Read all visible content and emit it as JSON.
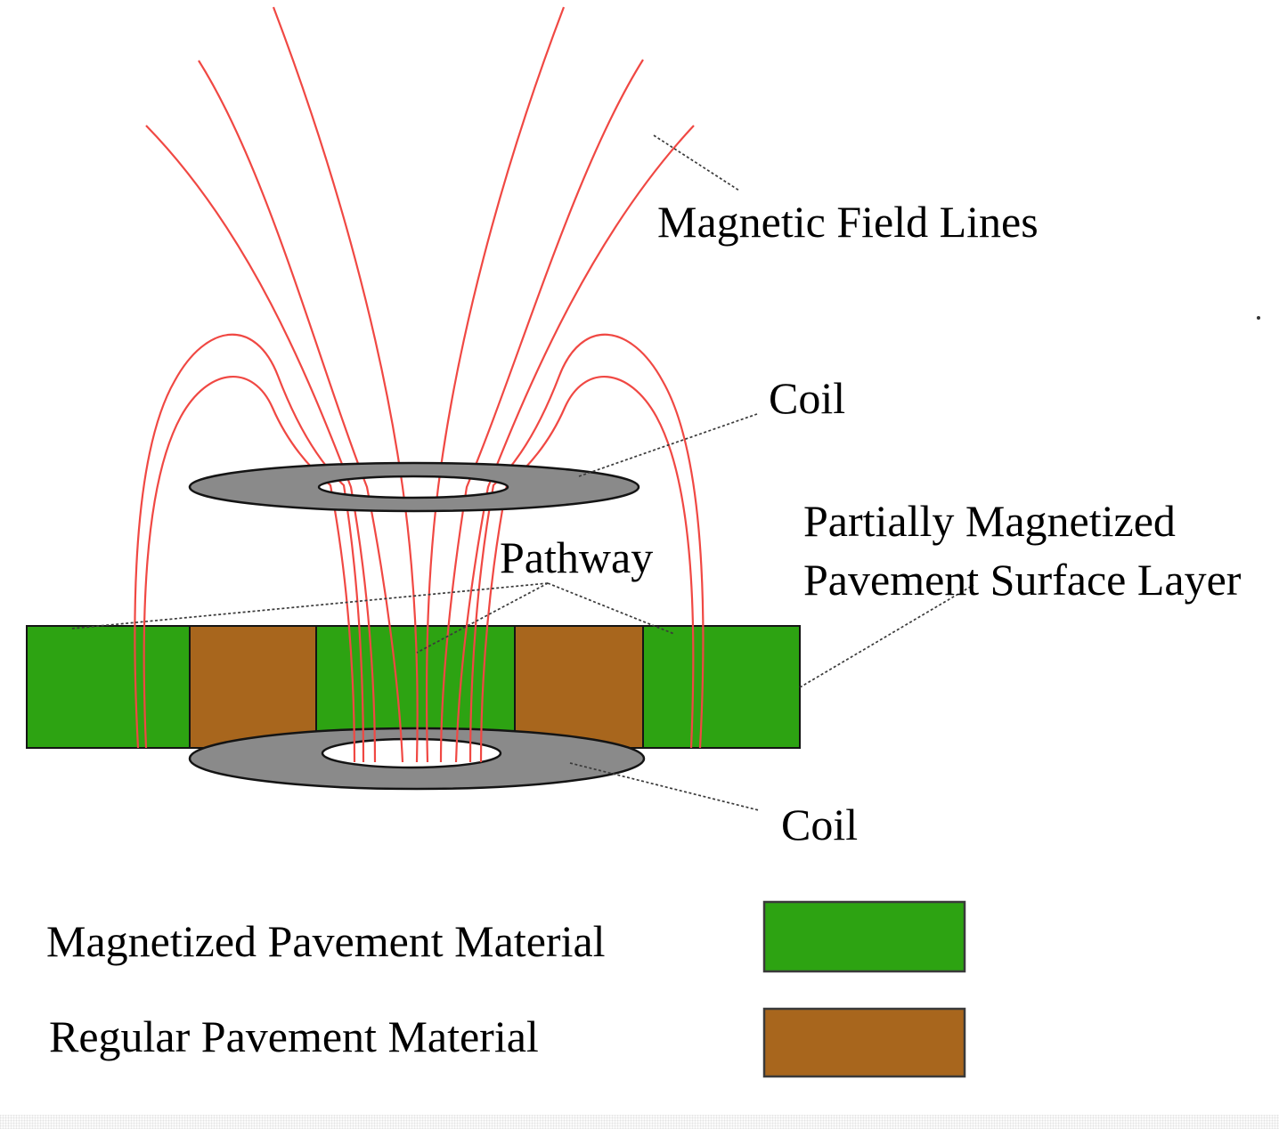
{
  "diagram": {
    "title_hint": "Magnetized pavement induction coil diagram",
    "labels": {
      "magnetic_field_lines": "Magnetic Field Lines",
      "coil_top": "Coil",
      "pathway": "Pathway",
      "partially_magnetized": "Partially Magnetized\nPavement Surface Layer",
      "coil_bottom": "Coil"
    },
    "legend": {
      "magnetized": {
        "label": "Magnetized Pavement Material",
        "color": "#2da312"
      },
      "regular": {
        "label": "Regular Pavement Material",
        "color": "#a8661d"
      }
    },
    "colors": {
      "field_line": "#f04843",
      "magnetized": "#2da312",
      "regular": "#a8661d",
      "coil_gray": "#8a8a8a",
      "coil_hole": "#ffffff",
      "outline": "#141414",
      "leader": "#3a3a3a"
    }
  }
}
